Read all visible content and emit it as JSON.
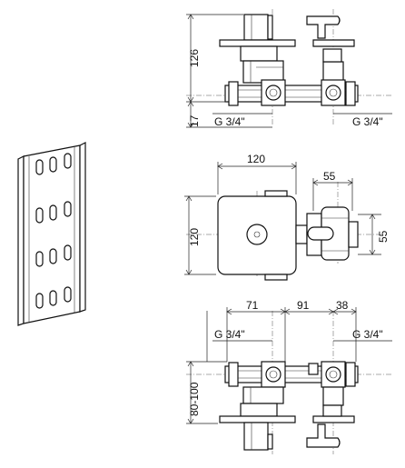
{
  "side_view": {
    "height_main": "126",
    "height_offset": "17",
    "thread_left": "G 3/4\"",
    "thread_right": "G 3/4\""
  },
  "top_view": {
    "plate_width": "120",
    "plate_height": "120",
    "diverter_width": "55",
    "diverter_height": "55"
  },
  "bottom_view": {
    "spacing_left": "71",
    "spacing_middle": "91",
    "spacing_right": "38",
    "thread_left": "G 3/4\"",
    "thread_right": "G 3/4\"",
    "depth_range": "80-100"
  }
}
